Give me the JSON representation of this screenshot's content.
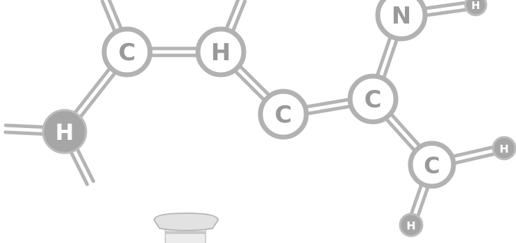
{
  "diagram": {
    "colors": {
      "bond": "#b4b4b4",
      "ring_stroke": "#b2b2b2",
      "ring_fill": "#ffffff",
      "solid_fill": "#a6a6a6",
      "label": "#999999",
      "label_on_solid": "#ffffff",
      "background": "#ffffff"
    },
    "atoms": [
      {
        "id": "c1",
        "label": "C",
        "style": "ring"
      },
      {
        "id": "h1",
        "label": "H",
        "style": "ring"
      },
      {
        "id": "h2",
        "label": "H",
        "style": "solid"
      },
      {
        "id": "c2",
        "label": "C",
        "style": "ring"
      },
      {
        "id": "c3",
        "label": "C",
        "style": "ring"
      },
      {
        "id": "n1",
        "label": "N",
        "style": "ring"
      },
      {
        "id": "h3",
        "label": "H",
        "style": "solid"
      },
      {
        "id": "c4",
        "label": "C",
        "style": "ring"
      },
      {
        "id": "h4",
        "label": "H",
        "style": "solid"
      },
      {
        "id": "h5",
        "label": "H",
        "style": "solid"
      }
    ],
    "bonds": [
      {
        "from": "c1",
        "to": "h1",
        "order": 2
      },
      {
        "from": "h1",
        "to": "c2",
        "order": 2
      },
      {
        "from": "c2",
        "to": "c3",
        "order": 2
      },
      {
        "from": "c3",
        "to": "n1",
        "order": 2
      },
      {
        "from": "c3",
        "to": "c4",
        "order": 2
      },
      {
        "from": "c1",
        "to": "h2",
        "order": 2
      },
      {
        "from": "n1",
        "to": "h3",
        "order": 2
      },
      {
        "from": "c4",
        "to": "h4",
        "order": 2
      },
      {
        "from": "c4",
        "to": "h5",
        "order": 2
      },
      {
        "from": "c1",
        "to": "edge-c1-top",
        "order": 2
      },
      {
        "from": "h1",
        "to": "edge-h1-top",
        "order": 2
      },
      {
        "from": "h2",
        "to": "edge-h2-left",
        "order": 2
      },
      {
        "from": "h2",
        "to": "edge-h2-down",
        "order": 2
      }
    ],
    "flask": {
      "icon": "flask-icon"
    }
  }
}
